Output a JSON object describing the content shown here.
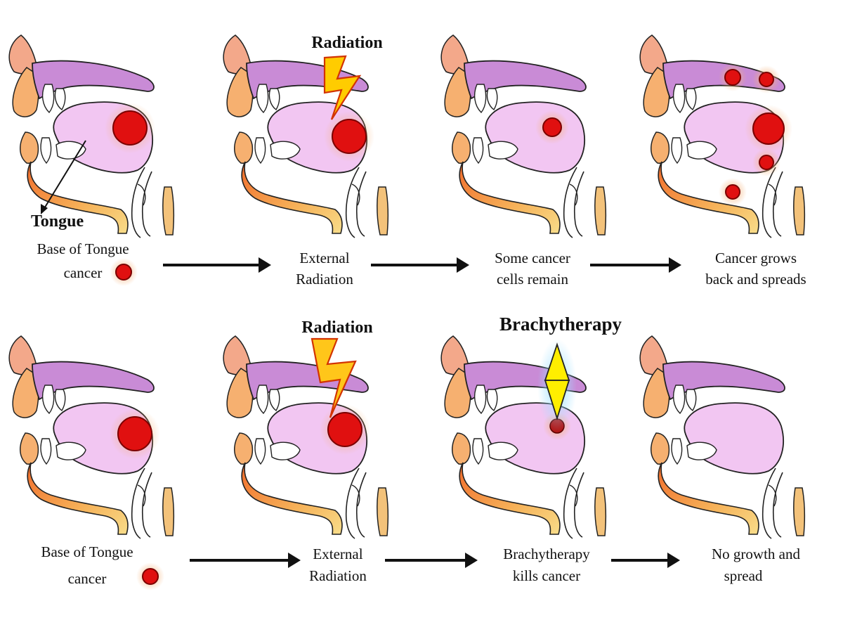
{
  "colors": {
    "skin": "#f7b27a",
    "palate": "#c98bd6",
    "tongue": "#f2c6f2",
    "tumor": "#e01010",
    "bolt": "#ffcc00",
    "brachy": "#ffee00",
    "glow": "#9fe0ff"
  },
  "row1": {
    "panel1": {
      "tongue_label": "Tongue",
      "line1": "Base of Tongue",
      "line2": "cancer"
    },
    "panel2": {
      "title": "Radiation",
      "line1": "External",
      "line2": "Radiation"
    },
    "panel3": {
      "line1": "Some cancer",
      "line2": "cells remain"
    },
    "panel4": {
      "line1": "Cancer grows",
      "line2": "back and spreads"
    }
  },
  "row2": {
    "panel1": {
      "line1": "Base of Tongue",
      "line2": "cancer"
    },
    "panel2": {
      "title": "Radiation",
      "line1": "External",
      "line2": "Radiation"
    },
    "panel3": {
      "title": "Brachytherapy",
      "line1": "Brachytherapy",
      "line2": "kills cancer"
    },
    "panel4": {
      "line1": "No growth and",
      "line2": "spread"
    }
  }
}
